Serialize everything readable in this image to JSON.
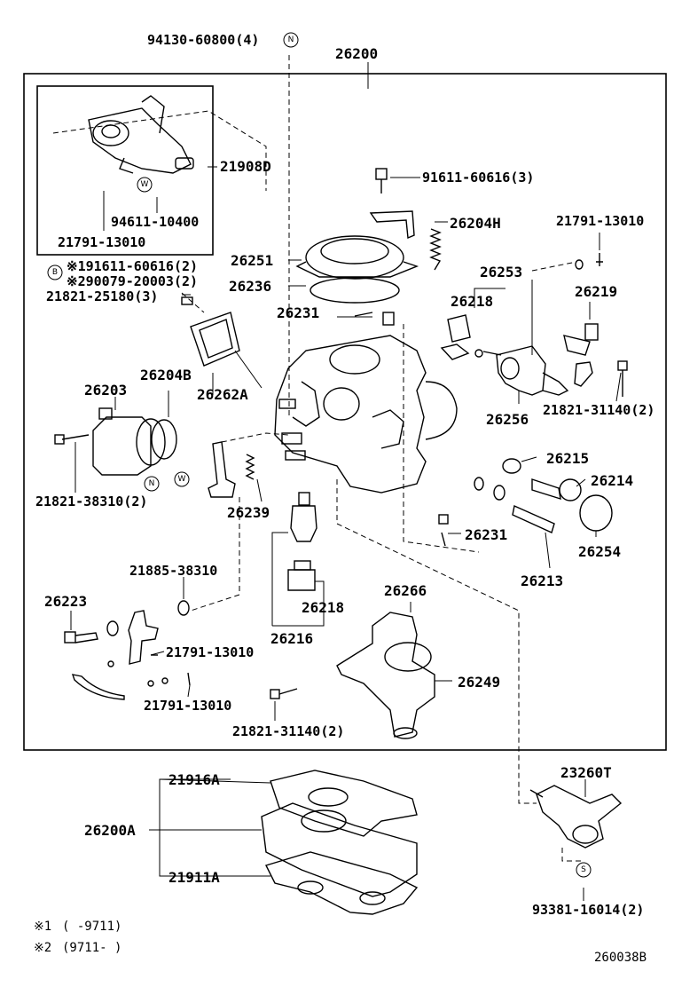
{
  "diagram": {
    "assembly_number": "26200",
    "drawing_code": "260038B",
    "notes": [
      {
        "mark": "※1",
        "text": "(      -9711)"
      },
      {
        "mark": "※2",
        "text": "(9711-       )"
      }
    ],
    "circle_symbols": [
      "N",
      "W",
      "B",
      "S"
    ],
    "labels": {
      "l94130": "94130-60800(4)",
      "l26200": "26200",
      "l21908D": "21908D",
      "l91611a": "91611-60616(3)",
      "l26204H": "26204H",
      "l21791a": "21791-13010",
      "l94611": "94611-10400",
      "l21791b": "21791-13010",
      "l26251": "26251",
      "l26253": "26253",
      "l191611": "※191611-60616(2)",
      "l90079": "※290079-20003(2)",
      "l26236": "26236",
      "l26218a": "26218",
      "l26219": "26219",
      "l21821a": "21821-25180(3)",
      "l26231a": "26231",
      "l26204B": "26204B",
      "l26203": "26203",
      "l26262A": "26262A",
      "l26256": "26256",
      "l21821b": "21821-31140(2)",
      "l26215": "26215",
      "l26214": "26214",
      "l21821c": "21821-38310(2)",
      "l26239": "26239",
      "l26231b": "26231",
      "l26254": "26254",
      "l26213": "26213",
      "l21885": "21885-38310",
      "l26223": "26223",
      "l26266": "26266",
      "l26218b": "26218",
      "l26216": "26216",
      "l21791c": "21791-13010",
      "l26249": "26249",
      "l21791d": "21791-13010",
      "l21821d": "21821-31140(2)",
      "l23260T": "23260T",
      "l21916A": "21916A",
      "l26200A": "26200A",
      "l21911A": "21911A",
      "l93381": "93381-16014(2)"
    }
  }
}
